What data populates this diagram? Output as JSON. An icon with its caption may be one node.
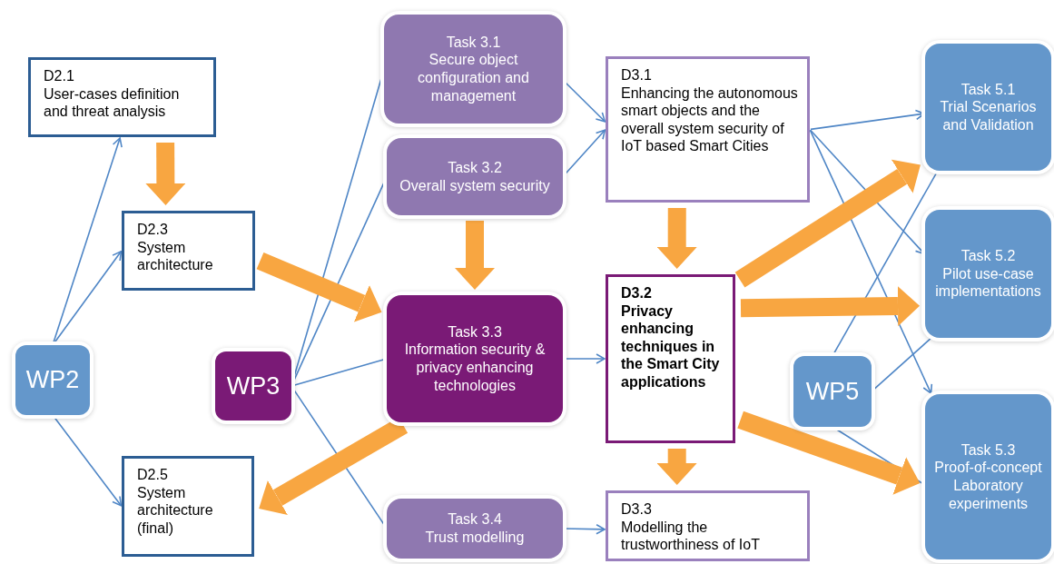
{
  "diagram": {
    "nodes": [
      {
        "text": [
          "D2.1",
          "User-cases definition and threat analysis"
        ]
      },
      {
        "text": [
          "D2.3",
          "System architecture"
        ]
      },
      {
        "text": [
          "D2.5",
          "System architecture (final)"
        ]
      },
      {
        "text": [
          "WP2"
        ]
      },
      {
        "text": [
          "WP3"
        ]
      },
      {
        "text": [
          "Task 3.1",
          "Secure object configuration and management"
        ]
      },
      {
        "text": [
          "Task 3.2",
          "Overall system security"
        ]
      },
      {
        "text": [
          "Task 3.3",
          "Information security & privacy enhancing technologies"
        ]
      },
      {
        "text": [
          "Task 3.4",
          "Trust modelling"
        ]
      },
      {
        "text": [
          "D3.1",
          "Enhancing the autonomous smart objects and the overall system security of IoT based Smart Cities"
        ]
      },
      {
        "text": [
          "D3.2",
          "Privacy enhancing techniques in the Smart City applications"
        ]
      },
      {
        "text": [
          "D3.3",
          "Modelling the trustworthiness of IoT"
        ]
      },
      {
        "text": [
          "WP5"
        ]
      },
      {
        "text": [
          "Task 5.1",
          "Trial Scenarios and Validation"
        ]
      },
      {
        "text": [
          "Task 5.2",
          "Pilot use-case implementations"
        ]
      },
      {
        "text": [
          "Task 5.3",
          "Proof-of-concept Laboratory experiments"
        ]
      }
    ],
    "edges": [
      {
        "from": 3,
        "to": 0,
        "arrow": "to"
      },
      {
        "from": 3,
        "to": 1,
        "arrow": "to"
      },
      {
        "from": 3,
        "to": 2,
        "arrow": "to"
      },
      {
        "from": 4,
        "to": 5,
        "arrow": "none"
      },
      {
        "from": 4,
        "to": 6,
        "arrow": "none"
      },
      {
        "from": 4,
        "to": 7,
        "arrow": "none"
      },
      {
        "from": 4,
        "to": 8,
        "arrow": "none"
      },
      {
        "from": 5,
        "to": 9,
        "arrow": "to"
      },
      {
        "from": 6,
        "to": 9,
        "arrow": "to"
      },
      {
        "from": 7,
        "to": 10,
        "arrow": "to"
      },
      {
        "from": 8,
        "to": 11,
        "arrow": "to"
      },
      {
        "from": 9,
        "to": 13,
        "arrow": "to"
      },
      {
        "from": 9,
        "to": 14,
        "arrow": "to"
      },
      {
        "from": 9,
        "to": 15,
        "arrow": "to"
      },
      {
        "from": 12,
        "to": 13,
        "arrow": "none"
      },
      {
        "from": 12,
        "to": 14,
        "arrow": "none"
      },
      {
        "from": 12,
        "to": 15,
        "arrow": "none"
      },
      {
        "from": 0,
        "to": 1,
        "arrow": "to",
        "style": "thick",
        "color": "#f8a641"
      },
      {
        "from": 1,
        "to": 7,
        "arrow": "to",
        "style": "thick",
        "color": "#f8a641"
      },
      {
        "from": 6,
        "to": 7,
        "arrow": "to",
        "style": "thick",
        "color": "#f8a641"
      },
      {
        "from": 7,
        "to": 2,
        "arrow": "to",
        "style": "thick",
        "color": "#f8a641"
      },
      {
        "from": 9,
        "to": 10,
        "arrow": "to",
        "style": "thick",
        "color": "#f8a641"
      },
      {
        "from": 10,
        "to": 11,
        "arrow": "to",
        "style": "thick",
        "color": "#f8a641"
      },
      {
        "from": 10,
        "to": 13,
        "arrow": "to",
        "style": "thick",
        "color": "#f8a641"
      },
      {
        "from": 10,
        "to": 14,
        "arrow": "to",
        "style": "thick",
        "color": "#f8a641"
      },
      {
        "from": 10,
        "to": 15,
        "arrow": "to",
        "style": "thick",
        "color": "#f8a641"
      }
    ]
  }
}
